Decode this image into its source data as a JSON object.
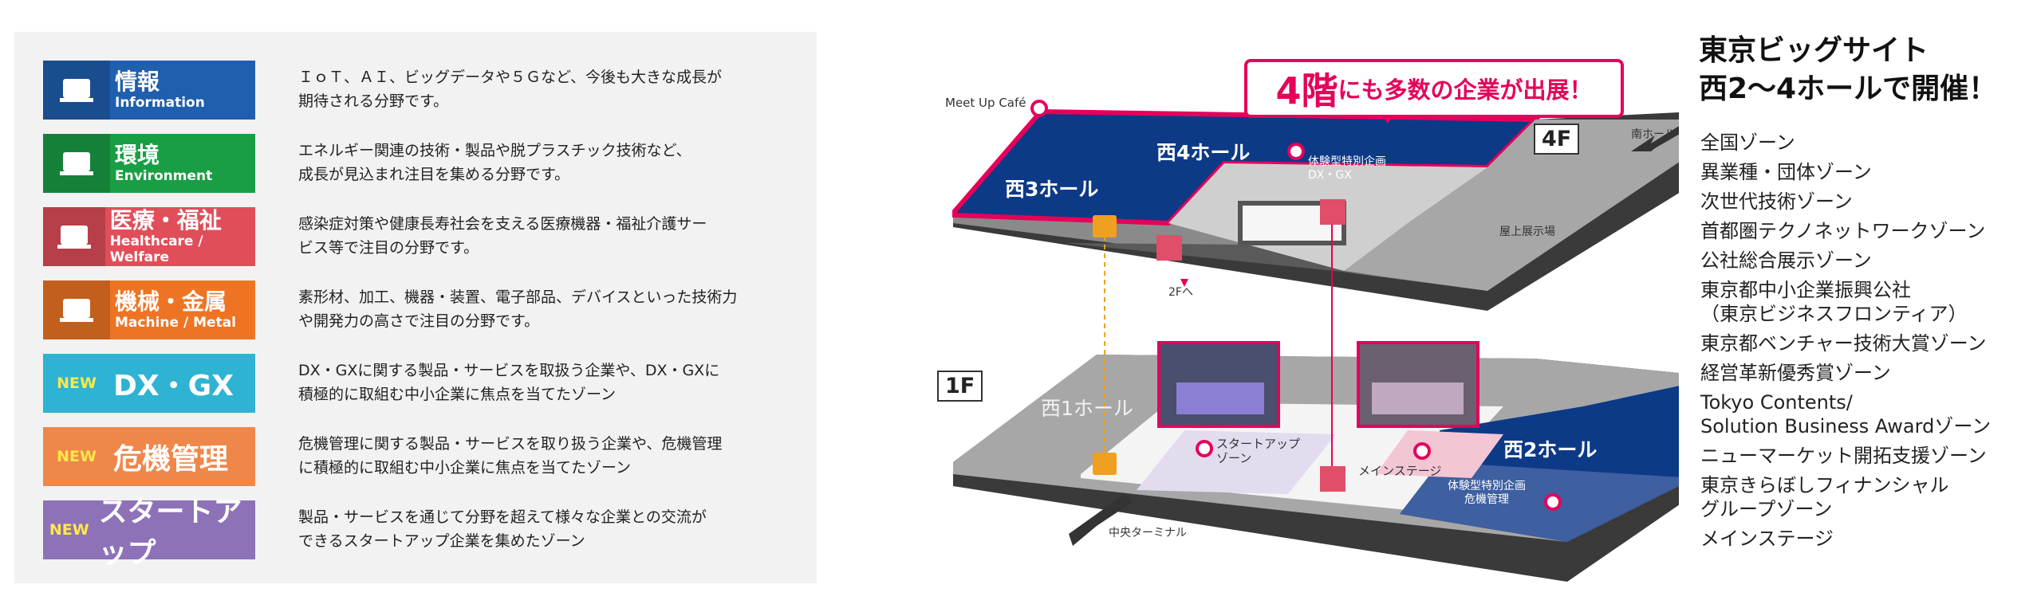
{
  "categories": [
    {
      "jp": "情報",
      "en": "Information",
      "color": "#1f5fae",
      "icon": "laptop-icon",
      "desc": "ＩｏＴ、ＡＩ、ビッグデータや５Ｇなど、今後も大きな成長が\n期待される分野です。"
    },
    {
      "jp": "環境",
      "en": "Environment",
      "color": "#1a9e45",
      "icon": "leaf-icon",
      "desc": "エネルギー関連の技術・製品や脱プラスチック技術など、\n成長が見込まれ注目を集める分野です。"
    },
    {
      "jp": "医療・福祉",
      "en": "Healthcare / Welfare",
      "color": "#e04e5a",
      "icon": "syringe-icon",
      "desc": "感染症対策や健康長寿社会を支える医療機器・福祉介護サー\nビス等で注目の分野です。"
    },
    {
      "jp": "機械・金属",
      "en": "Machine / Metal",
      "color": "#ee7424",
      "icon": "gears-icon",
      "desc": "素形材、加工、機器・装置、電子部品、デバイスといった技術力\nや開発力の高さで注目の分野です。"
    },
    {
      "new": "NEW",
      "jp": "DX・GX",
      "color": "#2fb3d2",
      "desc": "DX・GXに関する製品・サービスを取扱う企業や、DX・GXに\n積極的に取組む中小企業に焦点を当てたゾーン"
    },
    {
      "new": "NEW",
      "jp": "危機管理",
      "color": "#f0874a",
      "desc": "危機管理に関する製品・サービスを取り扱う企業や、危機管理\nに積極的に取組む中小企業に焦点を当てたゾーン"
    },
    {
      "new": "NEW",
      "jp": "スタートアップ",
      "color": "#8e72b8",
      "desc": "製品・サービスを通じて分野を超えて様々な企業との交流が\nできるスタートアップ企業を集めたゾーン"
    }
  ],
  "map": {
    "callout_big": "4階",
    "callout_rest": "にも多数の企業が出展！",
    "floor_4f": "4F",
    "floor_1f": "1F",
    "meetup": "Meet Up Café",
    "west3": "西3ホール",
    "west4": "西4ホール",
    "special_4f": "体験型特別企画\nDX・GX",
    "south_hall": "南ホール",
    "rooftop": "屋上展示場",
    "to_2f": "2Fへ",
    "west1": "西1ホール",
    "startup_zone": "スタートアップ\nゾーン",
    "main_stage": "メインステージ",
    "west2": "西2ホール",
    "special_1f": "体験型特別企画\n危機管理",
    "central_terminal": "中央ターミナル",
    "colors": {
      "blue": "#0d3a86",
      "pink": "#e5005a",
      "orange": "#f0a020"
    }
  },
  "right": {
    "title": "東京ビッグサイト\n西2〜4ホールで開催！",
    "zones": [
      "全国ゾーン",
      "異業種・団体ゾーン",
      "次世代技術ゾーン",
      "首都圏テクノネットワークゾーン",
      "公社総合展示ゾーン",
      "東京都中小企業振興公社\n（東京ビジネスフロンティア）",
      "東京都ベンチャー技術大賞ゾーン",
      "経営革新優秀賞ゾーン",
      "Tokyo Contents/\nSolution Business Awardゾーン",
      "ニューマーケット開拓支援ゾーン",
      "東京きらぼしフィナンシャル\nグループゾーン",
      "メインステージ"
    ]
  }
}
